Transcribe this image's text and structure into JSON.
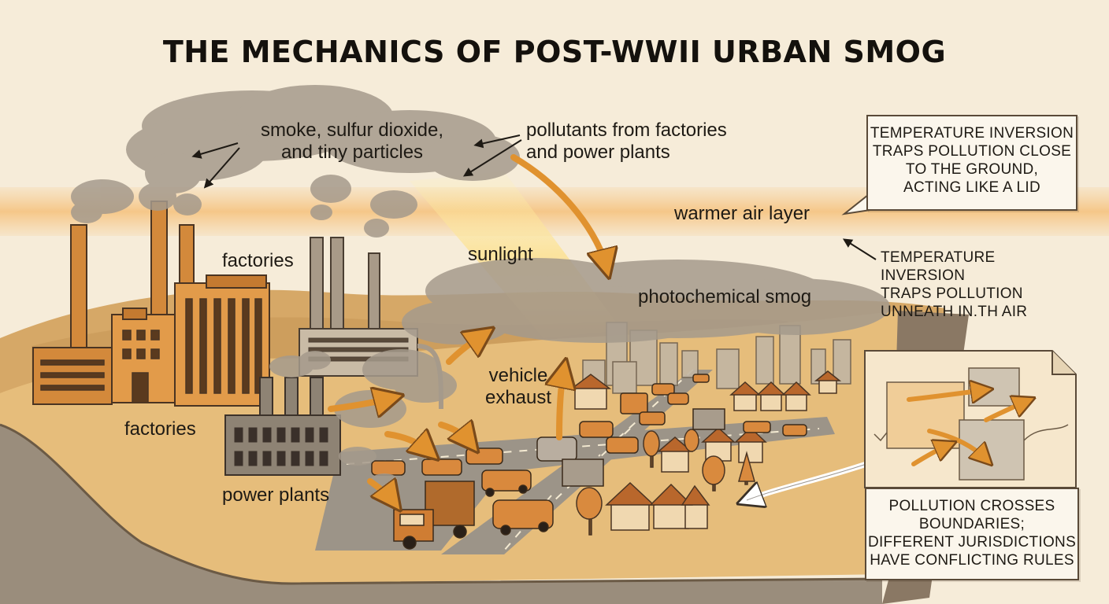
{
  "title": "THE MECHANICS OF POST-WWII URBAN SMOG",
  "labels": {
    "smoke": "smoke, sulfur dioxide,\nand tiny particles",
    "pollutants": "pollutants from factories\nand power plants",
    "warmer_air": "warmer air layer",
    "sunlight": "sunlight",
    "factories_top": "factories",
    "factories_bottom": "factories",
    "photochemical": "photochemical smog",
    "vehicle_exhaust": "vehicle\nexhaust",
    "power_plants": "power plants"
  },
  "callouts": {
    "inversion_lid": "TEMPERATURE INVERSION\nTRAPS POLLUTION CLOSE\nTO THE GROUND,\nACTING LIKE A LID",
    "inversion_air": "TEMPERATURE INVERSION\nTRAPS POLLUTION\nUNNEATH IN.TH AIR",
    "boundaries": "POLLUTION CROSSES\nBOUNDARIES;\nDIFFERENT JURISDICTIONS\nHAVE CONFLICTING RULES"
  },
  "colors": {
    "background": "#f6ecd9",
    "warm_layer": "#f7c98a",
    "smoke": "#a59a8c",
    "factory": "#d3893b",
    "arrow": "#e0922f",
    "hill": "#9a8d7c",
    "ground": "#e7c07e"
  }
}
